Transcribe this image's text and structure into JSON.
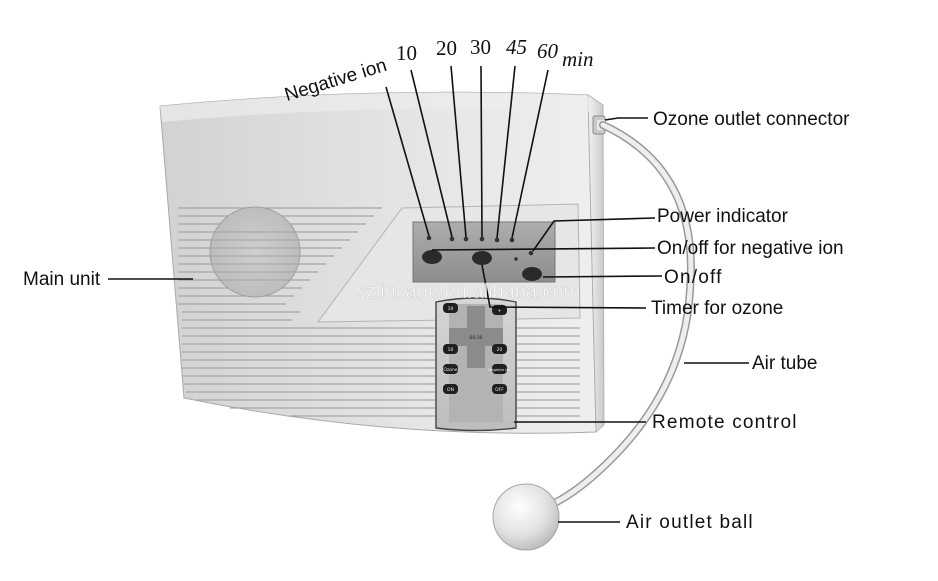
{
  "labels": {
    "negative_ion": "Negative ion",
    "timer_10": "10",
    "timer_20": "20",
    "timer_30": "30",
    "timer_45": "45",
    "timer_60": "60",
    "timer_unit": "min",
    "ozone_outlet": "Ozone outlet connector",
    "power_indicator": "Power indicator",
    "onoff_negative_ion": "On/off for negative ion",
    "onoff": "On/off",
    "timer_ozone": "Timer for ozone",
    "main_unit": "Main unit",
    "air_tube": "Air tube",
    "remote_control": "Remote control",
    "air_outlet_ball": "Air outlet ball"
  },
  "watermark": "szlinkage.en.alibaba.com",
  "remote_keys": [
    "10",
    "+",
    "60:30",
    "10",
    "20",
    "Ozone",
    "Negative ion",
    "ON",
    "OFF"
  ],
  "colors": {
    "unit_body": "#dedede",
    "panel": "#9a9a9a",
    "remote": "#c8c8c8",
    "tube": "#e6e6e6",
    "leader": "#111111"
  }
}
